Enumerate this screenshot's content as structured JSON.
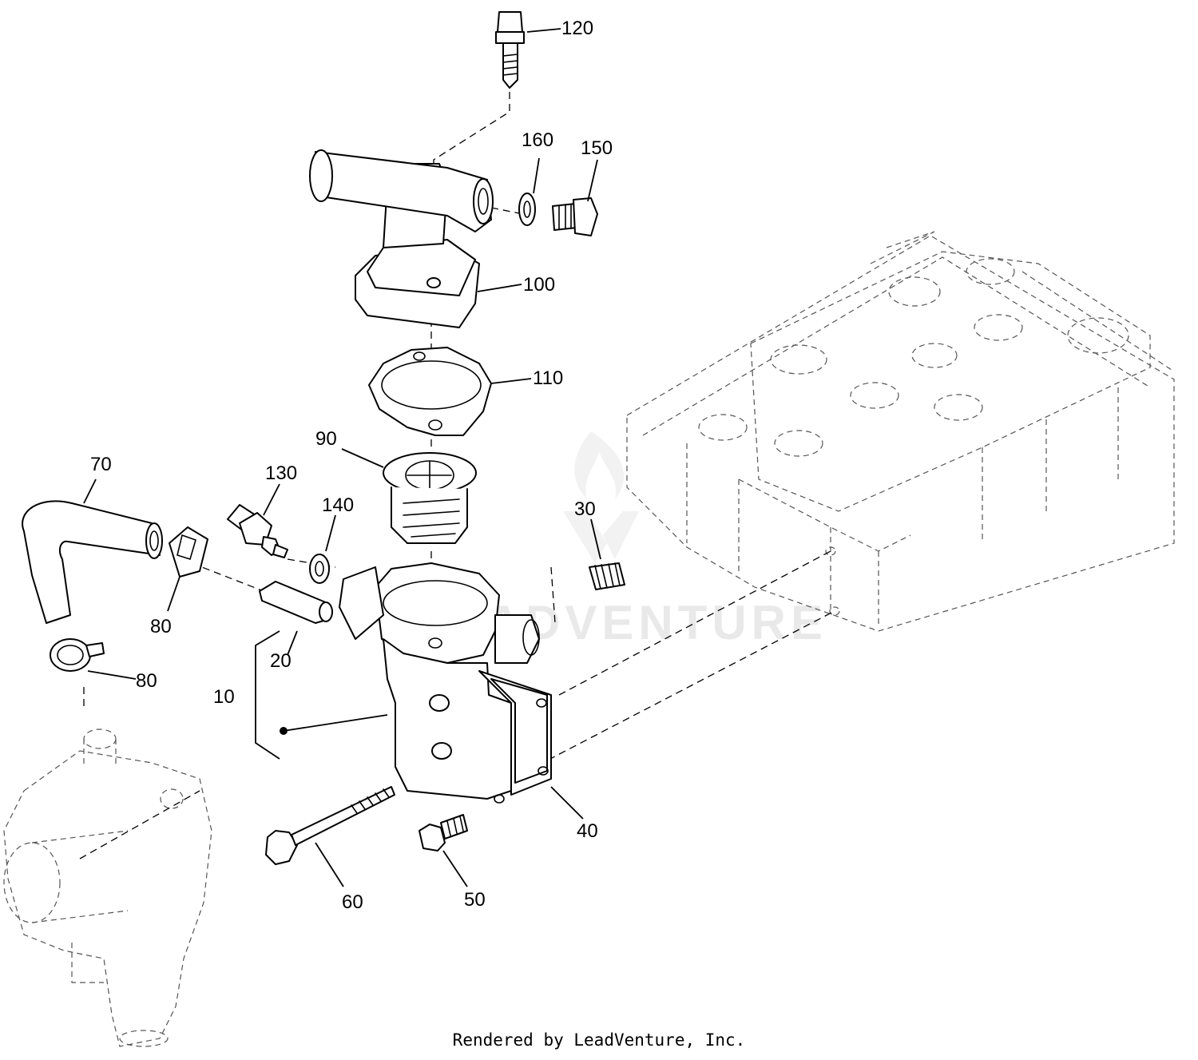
{
  "watermark": "LEADVENTURE",
  "callouts": [
    {
      "id": "c120",
      "label": "120"
    },
    {
      "id": "c160",
      "label": "160"
    },
    {
      "id": "c150",
      "label": "150"
    },
    {
      "id": "c100",
      "label": "100"
    },
    {
      "id": "c110",
      "label": "110"
    },
    {
      "id": "c90",
      "label": "90"
    },
    {
      "id": "c70",
      "label": "70"
    },
    {
      "id": "c130",
      "label": "130"
    },
    {
      "id": "c140",
      "label": "140"
    },
    {
      "id": "c30",
      "label": "30"
    },
    {
      "id": "c80a",
      "label": "80"
    },
    {
      "id": "c20",
      "label": "20"
    },
    {
      "id": "c80b",
      "label": "80"
    },
    {
      "id": "c10",
      "label": "10"
    },
    {
      "id": "c40",
      "label": "40"
    },
    {
      "id": "c60",
      "label": "60"
    },
    {
      "id": "c50",
      "label": "50"
    }
  ],
  "footer": "Rendered by LeadVenture, Inc."
}
